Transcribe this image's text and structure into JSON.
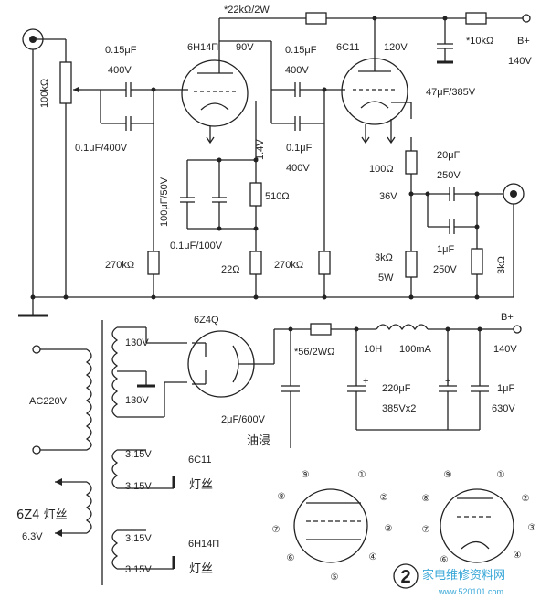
{
  "top_labels": {
    "r_feed": "*22kΩ/2W",
    "tube1": "6H14П",
    "tube1_plate_v": "90V",
    "tube2": "6C11",
    "tube2_plate_v": "120V",
    "r_supply": "*10kΩ",
    "b_plus": "B+",
    "b_plus_v": "140V",
    "c_filter": "47μF/385V"
  },
  "input": {
    "pot": "100kΩ",
    "c1": "0.15μF",
    "c1_v": "400V",
    "c2": "0.1μF/400V"
  },
  "stage1": {
    "cathode_v": "1.4V",
    "c_cathode": "100μF/50V",
    "r_cathode": "510Ω",
    "c_cathode2": "0.1μF/100V",
    "r_grid": "270kΩ",
    "r_22": "22Ω"
  },
  "coupling": {
    "c1": "0.15μF",
    "c1_v": "400V",
    "c2": "0.1μF",
    "c2_v": "400V",
    "r_grid": "270kΩ"
  },
  "stage2": {
    "r_100": "100Ω",
    "cathode_v": "36V",
    "r_load": "3kΩ",
    "r_load_w": "5W",
    "c_out1": "20μF",
    "c_out1_v": "250V",
    "c_out2": "1μF",
    "c_out2_v": "250V",
    "r_out": "3kΩ"
  },
  "psu": {
    "rectifier": "6Z4Q",
    "sec1": "130V",
    "sec2": "130V",
    "mains": "AC220V",
    "r_series": "*56/2WΩ",
    "choke": "10H",
    "choke_i": "100mA",
    "b_plus": "B+",
    "b_plus_v": "140V",
    "c_in": "2μF/600V",
    "c_in_type": "油浸",
    "c_main": "220μF",
    "c_main_v": "385Vx2",
    "c_out": "1μF",
    "c_out_v": "630V"
  },
  "heaters": {
    "h1_a": "3.15V",
    "h1_b": "3.15V",
    "h1_tube": "6C11",
    "h1_label": "灯丝",
    "h2_a": "3.15V",
    "h2_b": "3.15V",
    "h2_tube": "6H14П",
    "h2_label": "灯丝",
    "rect_heater": "6Z4 灯丝",
    "rect_heater_v": "6.3V"
  },
  "pinouts": {
    "pins": [
      "①",
      "②",
      "③",
      "④",
      "⑤",
      "⑥",
      "⑦",
      "⑧",
      "⑨"
    ],
    "figure_num": "2"
  },
  "watermark": {
    "text": "家电维修资料网",
    "url": "www.520101.com"
  }
}
